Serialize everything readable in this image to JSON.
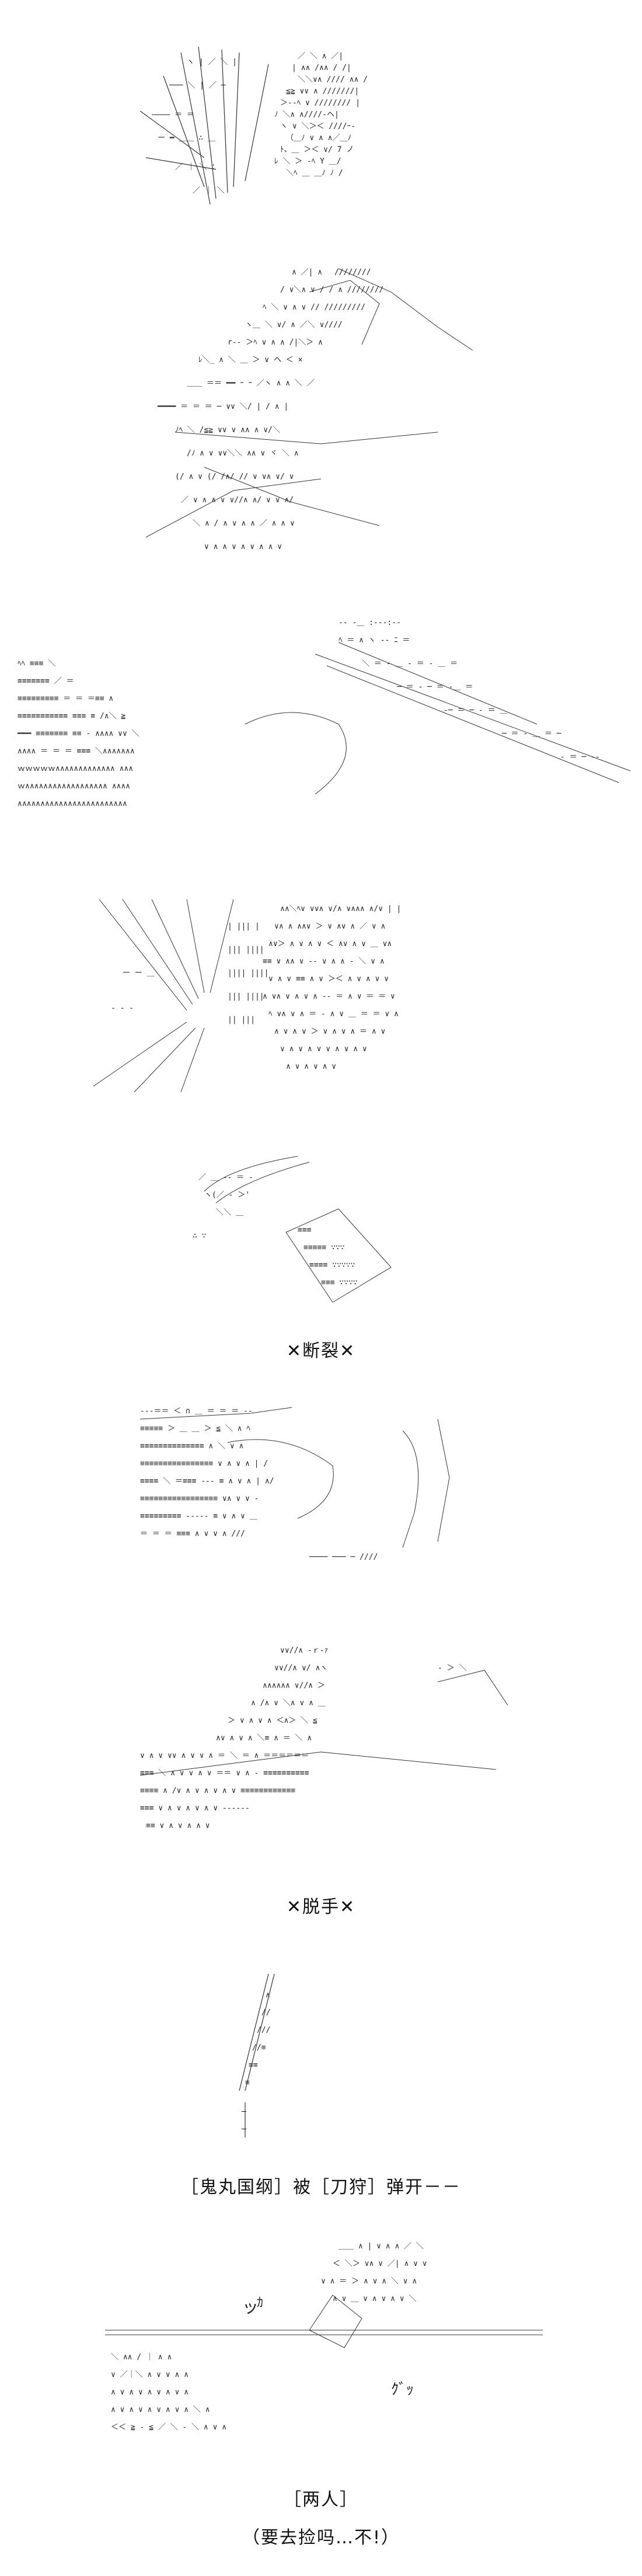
{
  "captions": {
    "cut": "✕断裂✕",
    "disarm": "✕脱手✕",
    "knocked_away": "［鬼丸国纲］被［刀狩］弹开－－",
    "both_people": "［两人］",
    "line_final": "（要去捡吗…不!）"
  },
  "sfx": {
    "sound_1": "ッ",
    "sound_2": "ｶ",
    "sound_3": "ｸﾞｯ"
  },
  "colors": {
    "ink": "#222222",
    "background": "#ffffff"
  }
}
